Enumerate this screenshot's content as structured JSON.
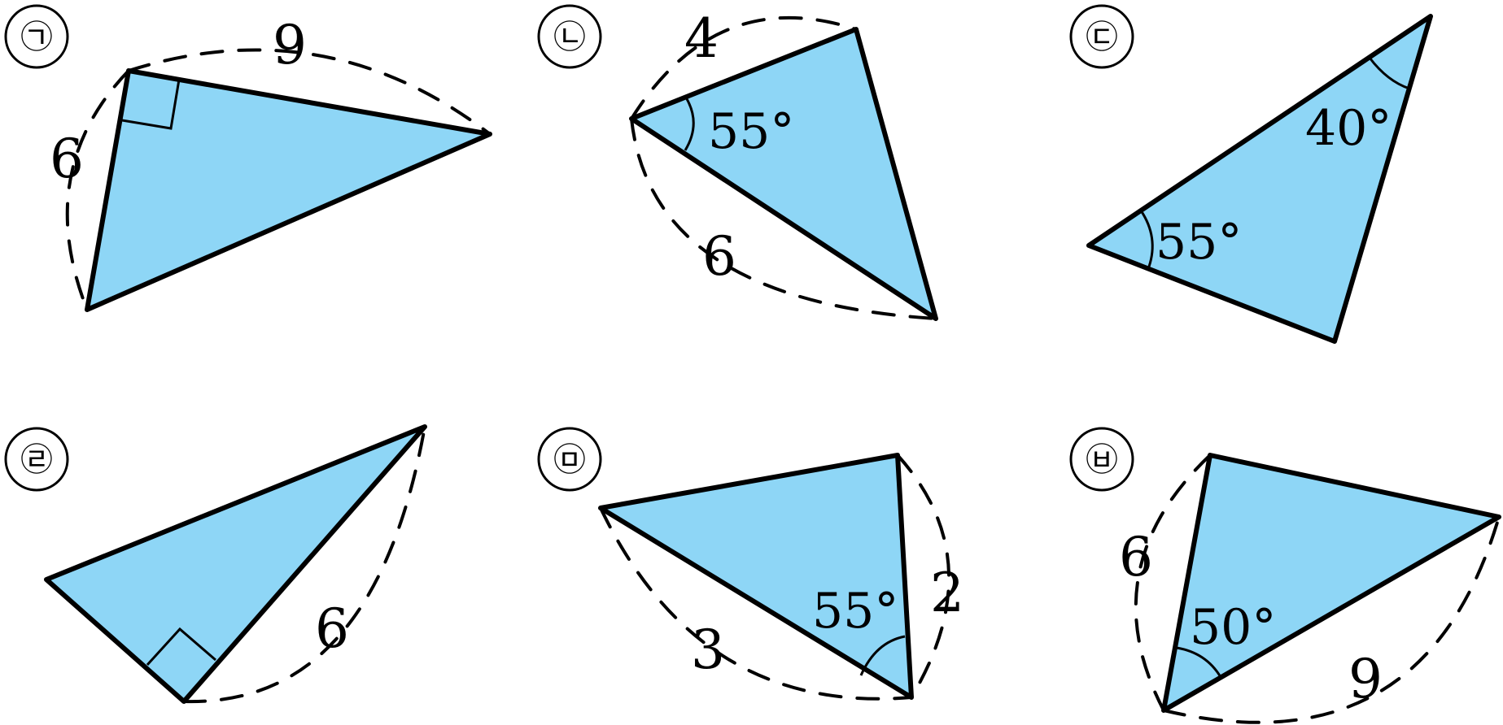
{
  "figures": [
    {
      "label": "㉠",
      "side_labels": [
        "9",
        "6"
      ],
      "angle_labels": []
    },
    {
      "label": "㉡",
      "side_labels": [
        "4",
        "6"
      ],
      "angle_labels": [
        "55°"
      ]
    },
    {
      "label": "㉢",
      "side_labels": [],
      "angle_labels": [
        "40°",
        "55°"
      ]
    },
    {
      "label": "㉣",
      "side_labels": [
        "6"
      ],
      "angle_labels": []
    },
    {
      "label": "㉤",
      "side_labels": [
        "2",
        "3"
      ],
      "angle_labels": [
        "55°"
      ]
    },
    {
      "label": "㉥",
      "side_labels": [
        "6",
        "9"
      ],
      "angle_labels": [
        "50°"
      ]
    }
  ],
  "colors": {
    "fill": "#8ed6f6",
    "stroke": "#000000"
  }
}
